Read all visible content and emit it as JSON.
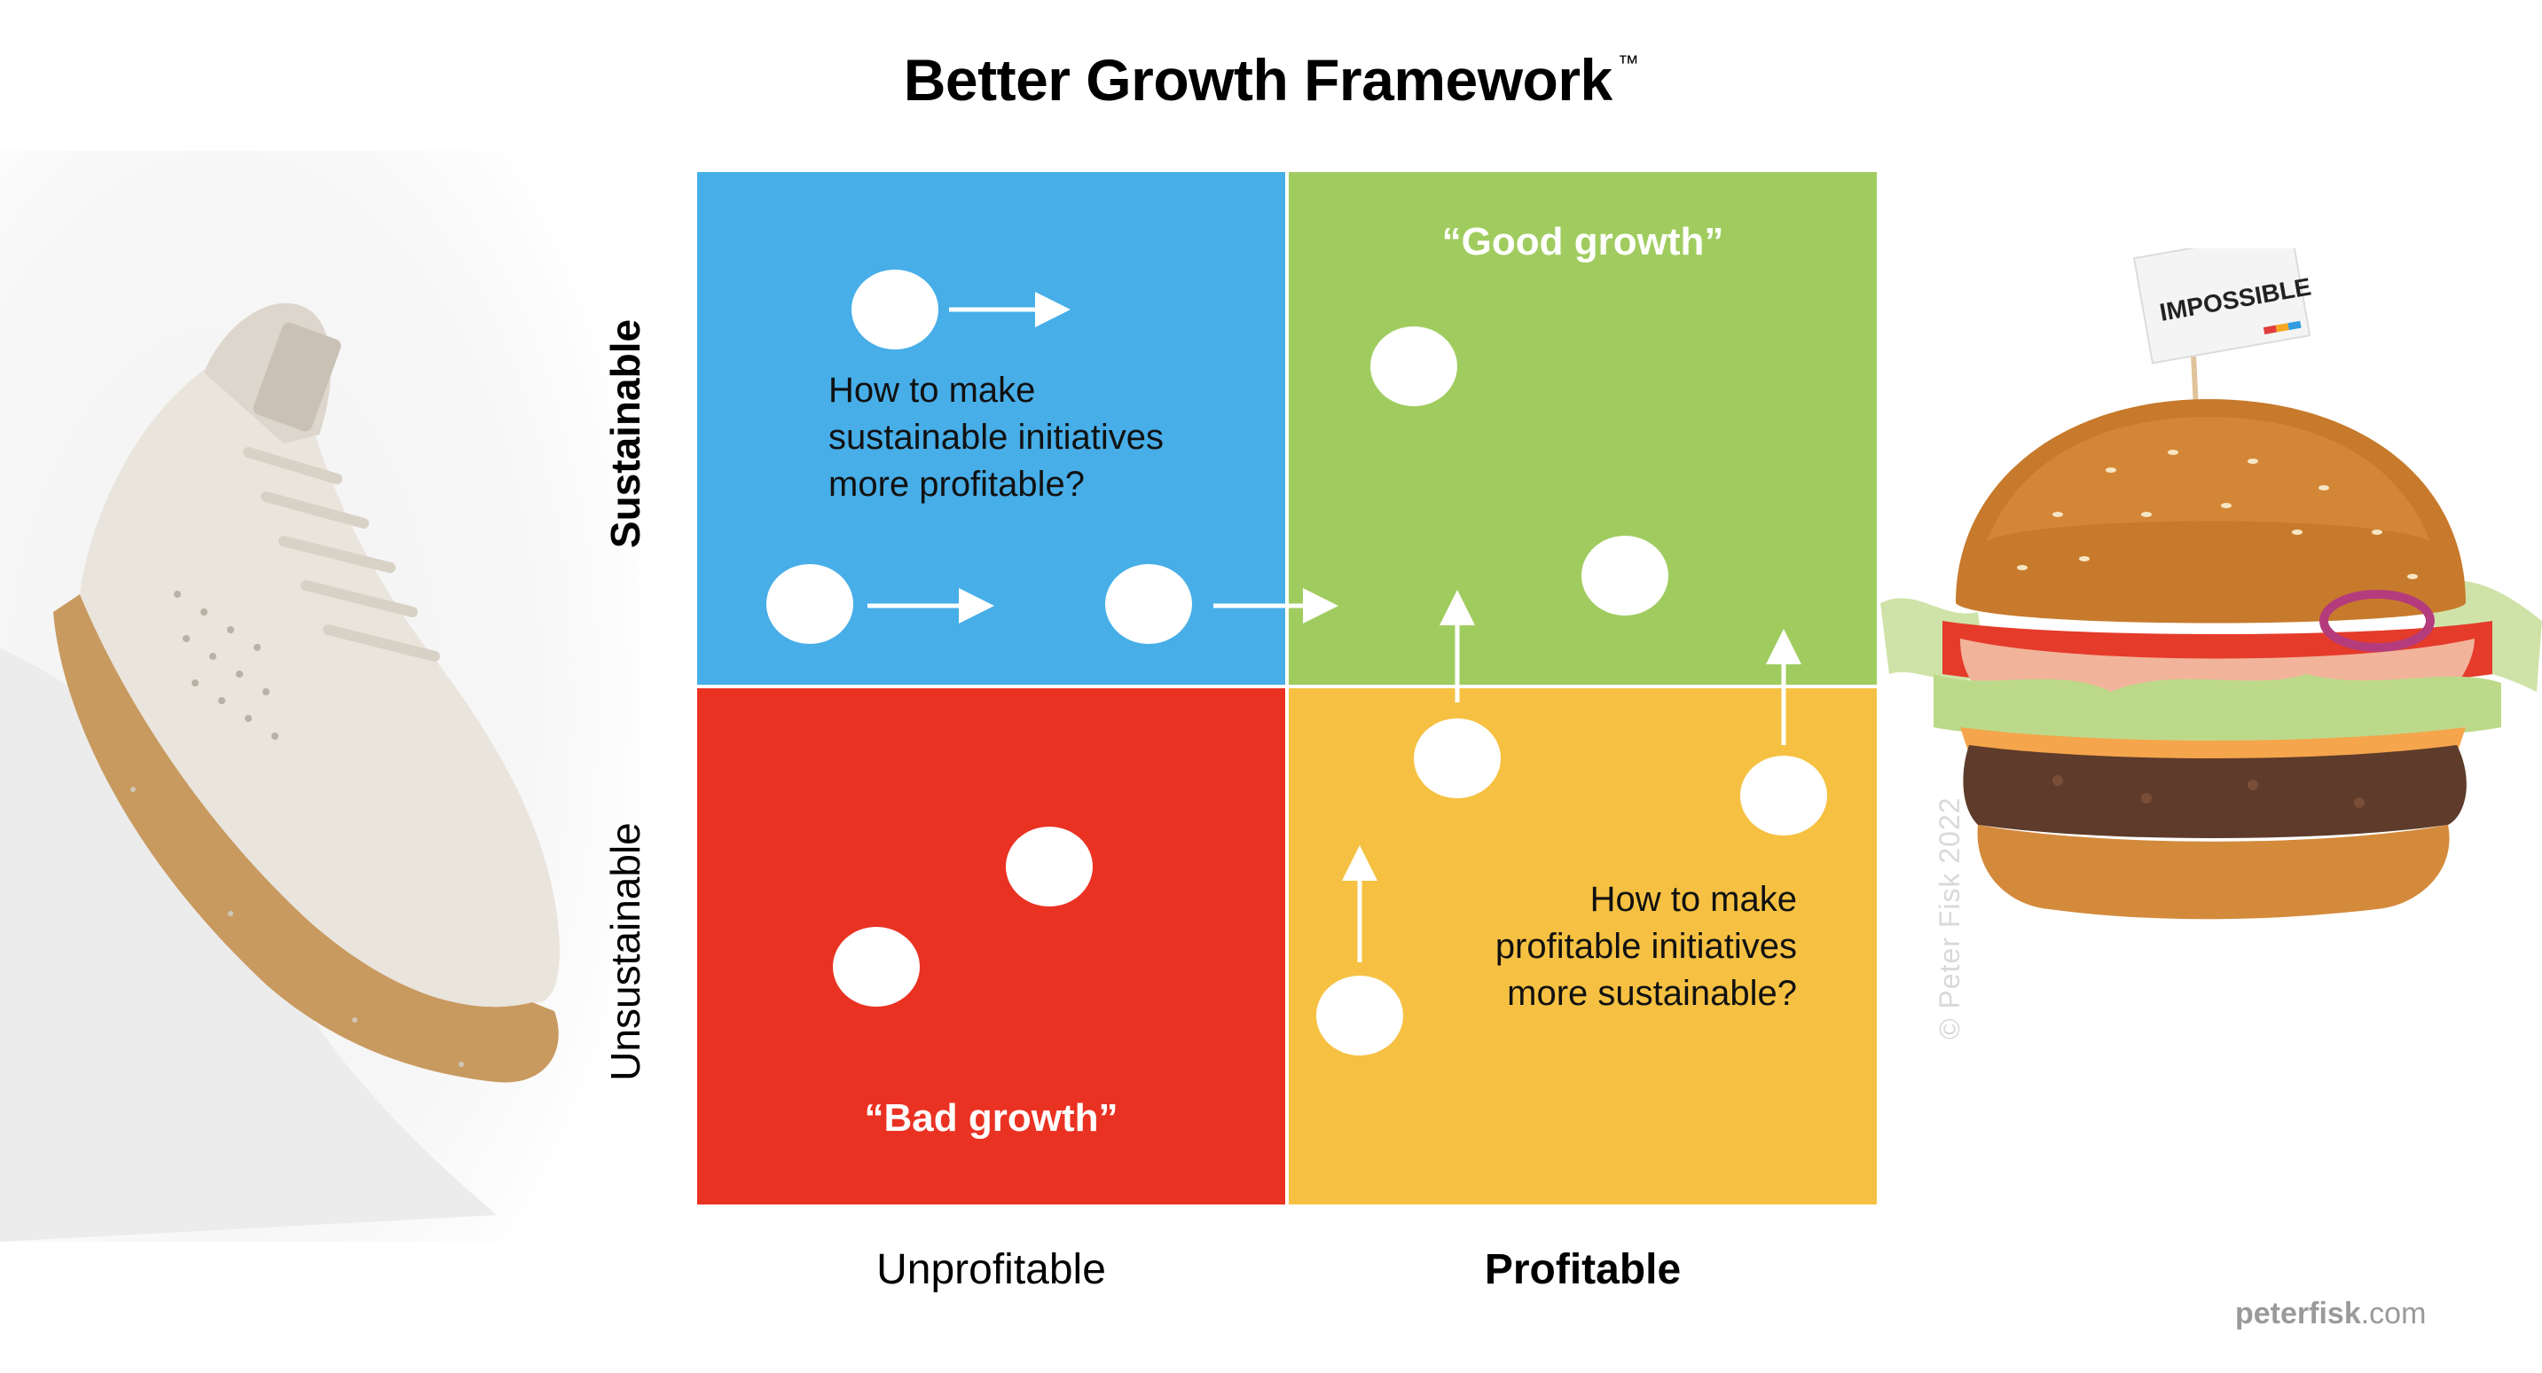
{
  "title": "Better Growth Framework",
  "trademark": "™",
  "axes": {
    "y_top": "Sustainable",
    "y_bottom": "Unsustainable",
    "x_left": "Unprofitable",
    "x_right": "Profitable"
  },
  "quadrants": {
    "top_left": {
      "color": "#47aee8",
      "question_lines": [
        "How to make",
        "sustainable initiatives",
        "more profitable?"
      ]
    },
    "top_right": {
      "color": "#a0cc5f",
      "label": "“Good growth”"
    },
    "bottom_left": {
      "color": "#ea3223",
      "label": "“Bad growth”"
    },
    "bottom_right": {
      "color": "#f6c142",
      "question_lines": [
        "How to make",
        "profitable initiatives",
        "more sustainable?"
      ]
    }
  },
  "copyright": "© Peter Fisk 2022",
  "website": {
    "bold": "peterfisk",
    "rest": ".com"
  },
  "images": {
    "left": "white sneaker with gum sole",
    "right": "burger with Impossible flag",
    "flag_text": "IMPOSSIBLE"
  }
}
